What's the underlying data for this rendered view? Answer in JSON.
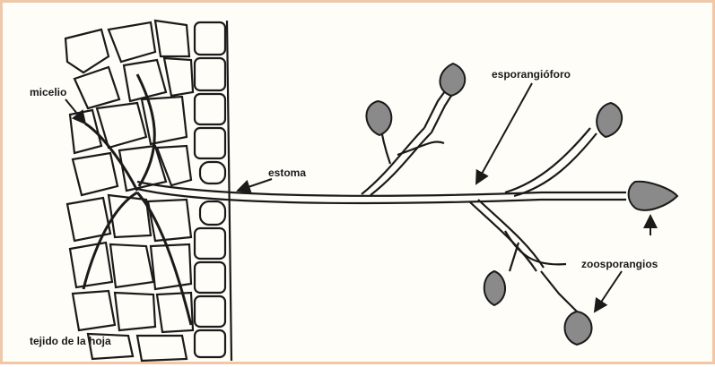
{
  "labels": {
    "micelio": "micelio",
    "estoma": "estoma",
    "esporangioforo": "esporangióforo",
    "zoosporangios": "zoosporangios",
    "tejido": "tejido de la hoja"
  },
  "colors": {
    "ink": "#1a1a1a",
    "sporangium_fill": "#8a8a8a",
    "border": "#f2c7a6",
    "paper": "#fffdf7"
  }
}
